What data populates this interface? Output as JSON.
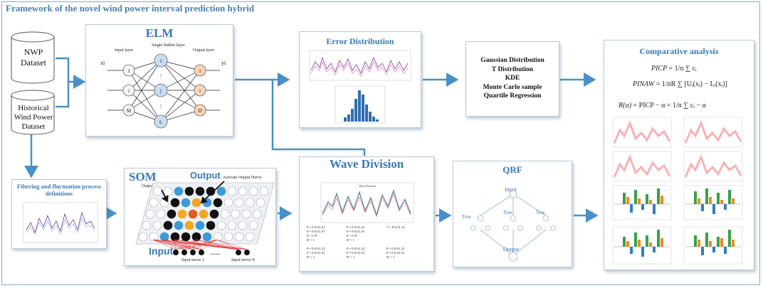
{
  "title": "Framework of the novel wind power interval prediction hybrid",
  "inputs": {
    "nwp": [
      "NWP",
      "Dataset"
    ],
    "historical": [
      "Historical",
      "Wind Power",
      "Dataset"
    ]
  },
  "elm": {
    "title": "ELM",
    "input_layer": "Input layer",
    "hidden_layer": "Single hidden layer",
    "output_layer": "Output layer",
    "x_label": "xi",
    "y_label": "yi",
    "input_nodes": [
      "1",
      "i",
      "M"
    ],
    "hidden_nodes": [
      "1",
      "j",
      "L"
    ],
    "output_nodes": [
      "1",
      "i",
      "D"
    ],
    "dots": "⋮"
  },
  "filter": {
    "title": [
      "Filtering and fluctuation process",
      "definitions"
    ]
  },
  "som": {
    "title": "SOM",
    "output": "Output",
    "output_nerves": "Output nerves",
    "activate": "Activate Output Nerve",
    "input": "Input",
    "input_nerve_1": "Input nerve 1",
    "input_nerve_n": "Input nerve N",
    "dots": "......"
  },
  "error_distribution": {
    "title": "Error Distribution"
  },
  "methods": {
    "items": [
      "Gaussian Distribution",
      "T Distribution",
      "KDE",
      "Monte Carlo sample",
      "Quartile Regression"
    ]
  },
  "wave_division": {
    "title": "Wave Division",
    "chart_title": "Wave Division",
    "formulas": [
      [
        "P = P ∈ [0, Z]",
        "P = P ∈ [0, P]",
        "P' = 0 P'",
        "D' = 1"
      ],
      [
        "P = P ∈ [0, Z]",
        "P = P ∈ [0, P]",
        "P' = 0 P'",
        "D' = 1"
      ],
      [
        "T = P ∈ [0, Z]"
      ],
      [
        "P = P ∈ [0, Z]",
        "P = P ∈ [0, P]",
        "D' = 1"
      ],
      [
        "P = P ∈ [0, Z]",
        "P = P ∈ [0, P]",
        "D' = 1"
      ],
      [
        "P = P ∈ [0, Z]",
        "P = P ∈ [0, P]",
        "D' = 1"
      ]
    ]
  },
  "qrf": {
    "title": "QRF",
    "input": "Input",
    "tree": "Tree",
    "output": "Output"
  },
  "comparative": {
    "title": "Comparative analysis",
    "eq1_lhs": "PICP",
    "eq1_rhs": "= 1/n ∑ cᵢ",
    "eq2_lhs": "PINAW",
    "eq2_rhs": "= 1/nR ∑ [Uᵢ(xᵢ) − Lᵢ(xᵢ)]",
    "eq3_lhs": "R(α)",
    "eq3_rhs": "= PICP − α = 1/n ∑ cᵢ − α"
  },
  "colors": {
    "accent": "#3b78b6",
    "arrow": "#4a90c8",
    "som_blue": "#3d9ad8",
    "som_orange": "#f5a623",
    "bar_green": "#3aa04a",
    "bar_orange": "#f08a24",
    "bar_blue": "#2f7fc0",
    "red_band": "#f08080",
    "purple": "#7a3a9e"
  }
}
